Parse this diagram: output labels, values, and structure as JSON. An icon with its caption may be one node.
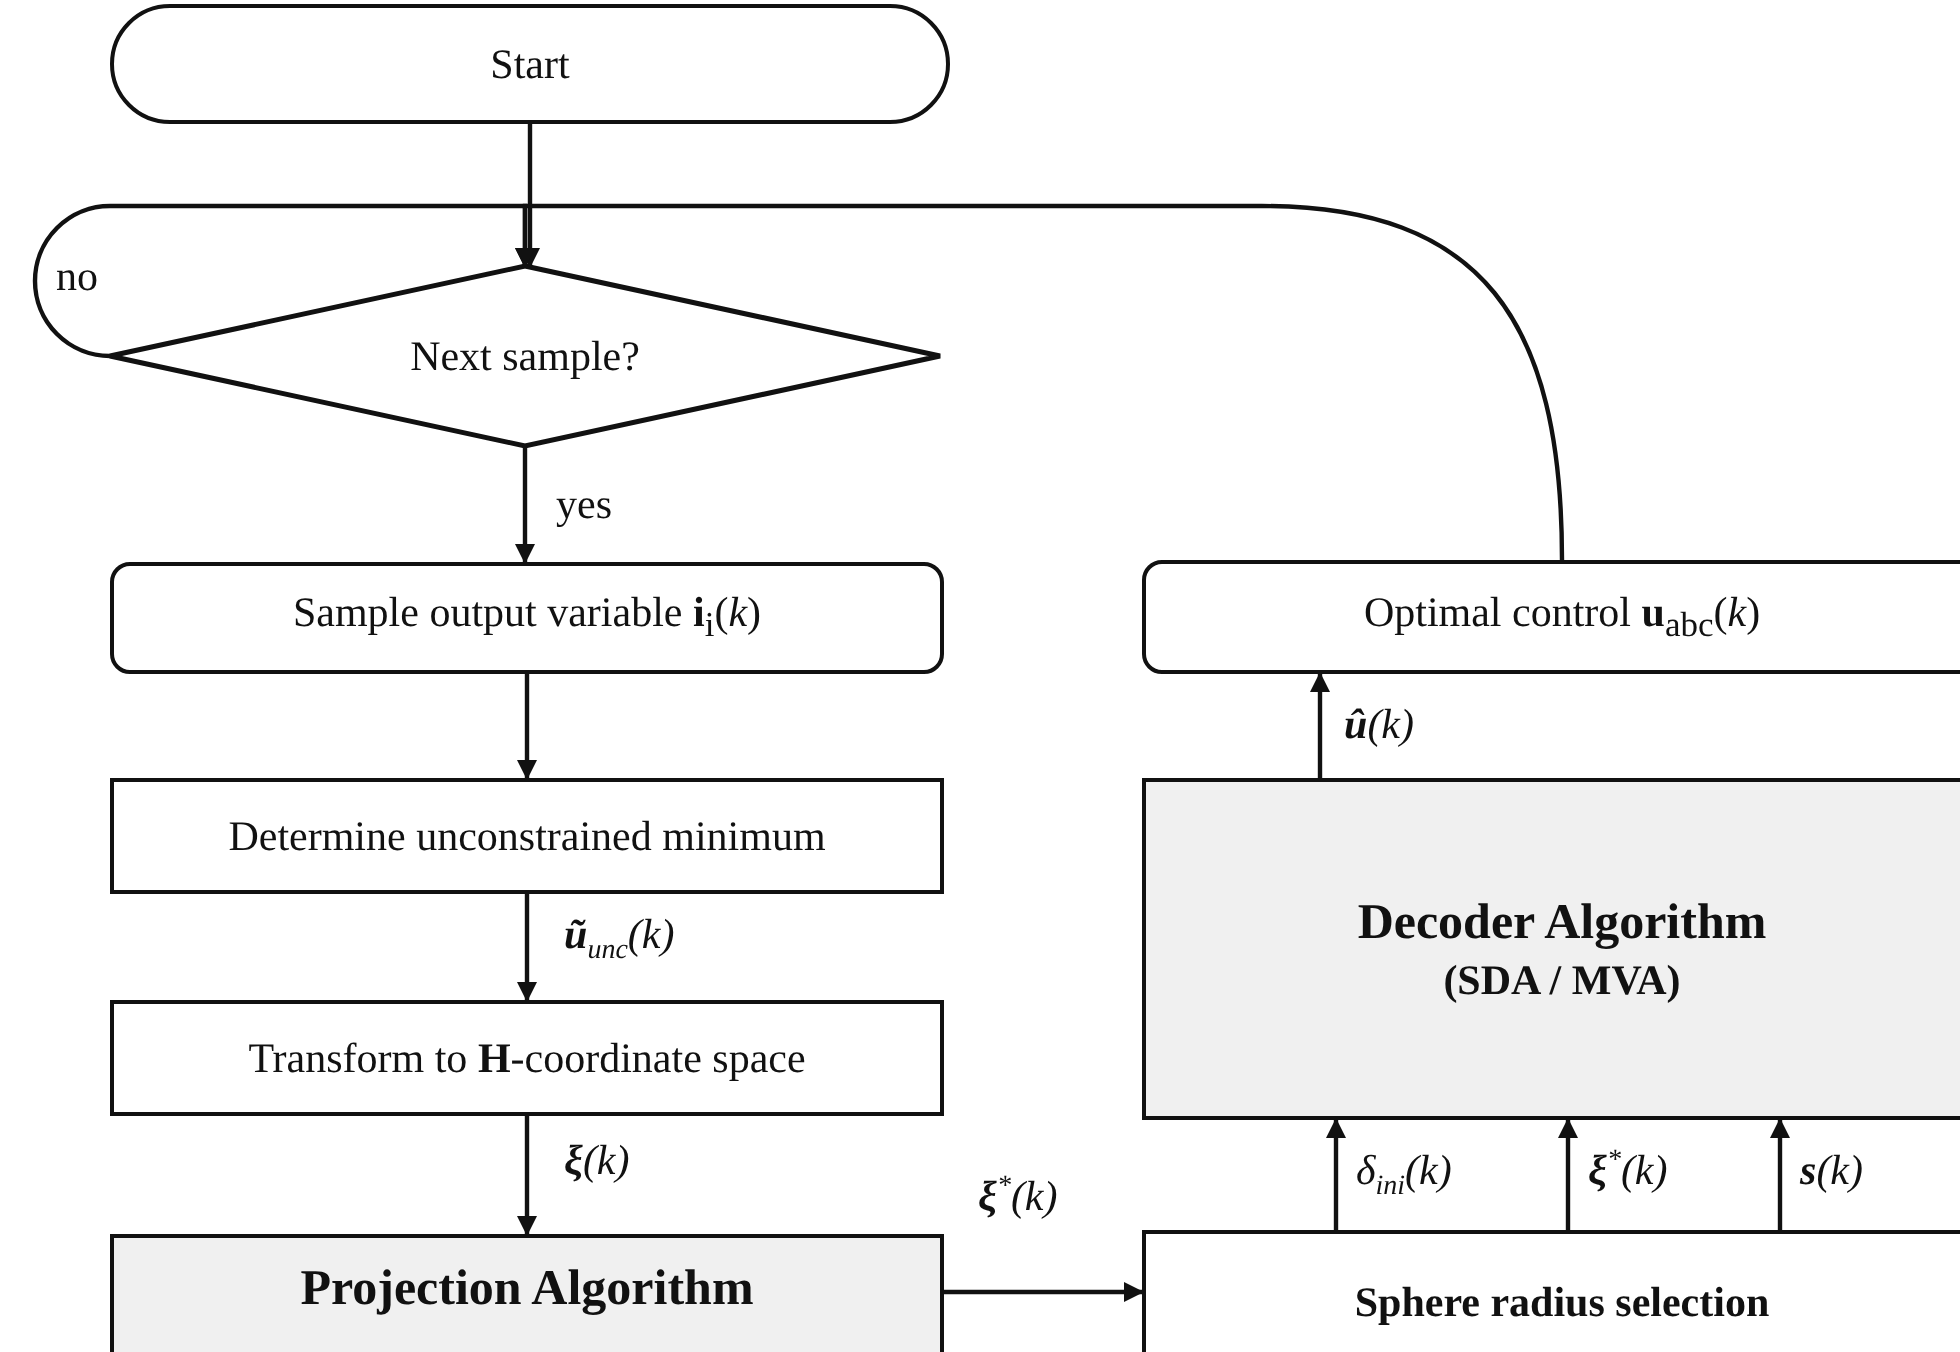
{
  "diagram": {
    "nodes": [
      {
        "text": [
          "Start"
        ]
      },
      {
        "text": [
          "Next sample?"
        ]
      },
      {
        "text": [
          "Sample output variable **i**$_{i}$(*k*)"
        ]
      },
      {
        "text": [
          "Determine unconstrained minimum"
        ]
      },
      {
        "text": [
          "Transform to **H**-coordinate space"
        ]
      },
      {
        "text": [
          "Projection Algorithm"
        ]
      },
      {
        "text": [
          "Optimal control **u**$_{abc}$(*k*)"
        ]
      },
      {
        "text": [
          "Decoder Algorithm",
          "(SDA / MVA)"
        ]
      },
      {
        "text": [
          "Sphere radius selection"
        ]
      }
    ],
    "edges": [
      {
        "from": 0,
        "to": 1,
        "arrow": "to"
      },
      {
        "from": 1,
        "to": 1,
        "arrow": "to",
        "label": "no"
      },
      {
        "from": 1,
        "to": 2,
        "arrow": "to",
        "label": "yes"
      },
      {
        "from": 2,
        "to": 3,
        "arrow": "to"
      },
      {
        "from": 3,
        "to": 4,
        "arrow": "to",
        "label": "**ũ**$_{unc}$(k)"
      },
      {
        "from": 4,
        "to": 5,
        "arrow": "to",
        "label": "**ξ**(k)"
      },
      {
        "from": 5,
        "to": 8,
        "arrow": "to",
        "label": "**ξ**$^{*}$(k)"
      },
      {
        "from": 8,
        "to": 7,
        "arrow": "to",
        "label": "δ$_{ini}$(k)"
      },
      {
        "from": 8,
        "to": 7,
        "arrow": "to",
        "label": "**ξ**$^{*}$(k)"
      },
      {
        "from": 8,
        "to": 7,
        "arrow": "to",
        "label": "**s**(k)"
      },
      {
        "from": 7,
        "to": 6,
        "arrow": "to",
        "label": "**û**(k)"
      },
      {
        "from": 6,
        "to": 1,
        "arrow": "to"
      }
    ]
  }
}
